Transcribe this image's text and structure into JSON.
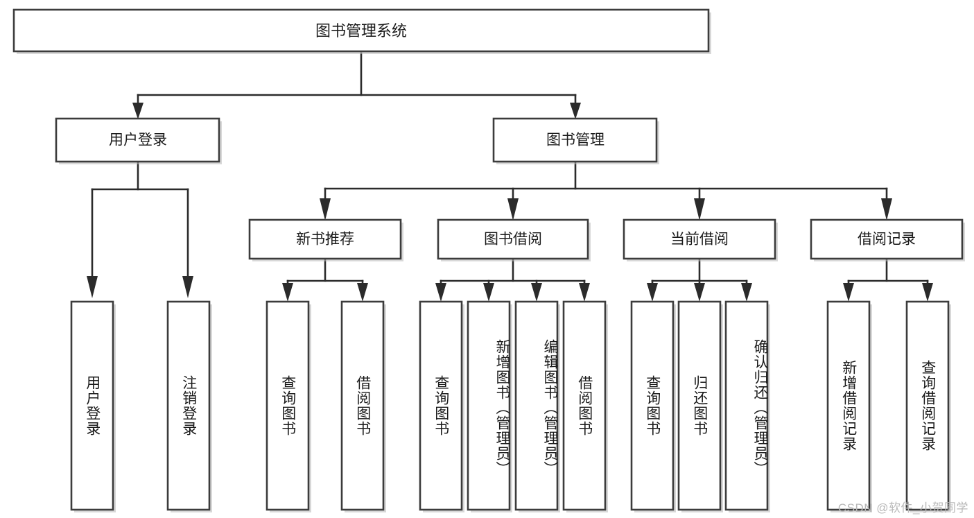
{
  "diagram": {
    "title_node": {
      "label": "图书管理系统"
    },
    "level2": [
      {
        "id": "user-login",
        "label": "用户登录"
      },
      {
        "id": "book-manage",
        "label": "图书管理"
      }
    ],
    "level3": [
      {
        "id": "new-book-recommend",
        "label": "新书推荐",
        "parent": "book-manage"
      },
      {
        "id": "book-borrow",
        "label": "图书借阅",
        "parent": "book-manage"
      },
      {
        "id": "current-borrow",
        "label": "当前借阅",
        "parent": "book-manage"
      },
      {
        "id": "borrow-record",
        "label": "借阅记录",
        "parent": "book-manage"
      }
    ],
    "leaves": [
      {
        "id": "leaf-user-login",
        "label": "用户登录",
        "parent": "user-login"
      },
      {
        "id": "leaf-logout-login",
        "label": "注销登录",
        "parent": "user-login"
      },
      {
        "id": "leaf-query-book-1",
        "label": "查询图书",
        "parent": "new-book-recommend"
      },
      {
        "id": "leaf-borrow-book-1",
        "label": "借阅图书",
        "parent": "new-book-recommend"
      },
      {
        "id": "leaf-query-book-2",
        "label": "查询图书",
        "parent": "book-borrow"
      },
      {
        "id": "leaf-add-book",
        "label": "新增图书（管理员）",
        "parent": "book-borrow"
      },
      {
        "id": "leaf-edit-book",
        "label": "编辑图书（管理员）",
        "parent": "book-borrow"
      },
      {
        "id": "leaf-borrow-book-2",
        "label": "借阅图书",
        "parent": "book-borrow"
      },
      {
        "id": "leaf-query-book-3",
        "label": "查询图书",
        "parent": "current-borrow"
      },
      {
        "id": "leaf-return-book",
        "label": "归还图书",
        "parent": "current-borrow"
      },
      {
        "id": "leaf-confirm-return",
        "label": "确认归还（管理员）",
        "parent": "current-borrow"
      },
      {
        "id": "leaf-add-record",
        "label": "新增借阅记录",
        "parent": "borrow-record"
      },
      {
        "id": "leaf-query-record",
        "label": "查询借阅记录",
        "parent": "borrow-record"
      }
    ],
    "colors": {
      "box_stroke": "#3c3c3c",
      "connector": "#2b2b2b",
      "box_fill": "#ffffff",
      "text": "#1b1b1b",
      "watermark": "#b9b9b9"
    }
  },
  "watermark": {
    "text": "CSDN @软件_小贺同学"
  }
}
